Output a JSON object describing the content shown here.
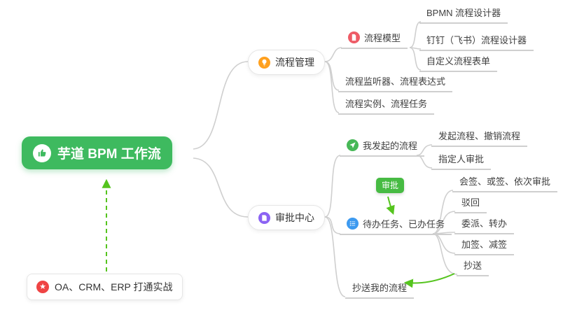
{
  "colors": {
    "root_green": "#3eba5f",
    "arrow_green": "#55c41e",
    "badge_green": "#47bb43",
    "line_gray": "#cfcfcf",
    "icon_orange": "#ffa01e",
    "icon_red": "#ee5b66",
    "icon_green": "#47b857",
    "icon_blue": "#3d9af0",
    "icon_purple": "#8b63f3",
    "icon_star_red": "#ef4444"
  },
  "root": {
    "label": "芋道 BPM 工作流"
  },
  "note": {
    "label": "OA、CRM、ERP 打通实战"
  },
  "process": {
    "label": "流程管理",
    "model": {
      "label": "流程模型",
      "children": [
        "BPMN 流程设计器",
        "钉钉（飞书）流程设计器",
        "自定义流程表单"
      ]
    },
    "listener": "流程监听器、流程表达式",
    "instance": "流程实例、流程任务"
  },
  "approval": {
    "label": "审批中心",
    "badge": "审批",
    "my_initiated": {
      "label": "我发起的流程",
      "children": [
        "发起流程、撤销流程",
        "指定人审批"
      ]
    },
    "tasks": {
      "label": "待办任务、已办任务",
      "children": [
        "会签、或签、依次审批",
        "驳回",
        "委派、转办",
        "加签、减签",
        "抄送"
      ]
    },
    "cc": "抄送我的流程"
  }
}
